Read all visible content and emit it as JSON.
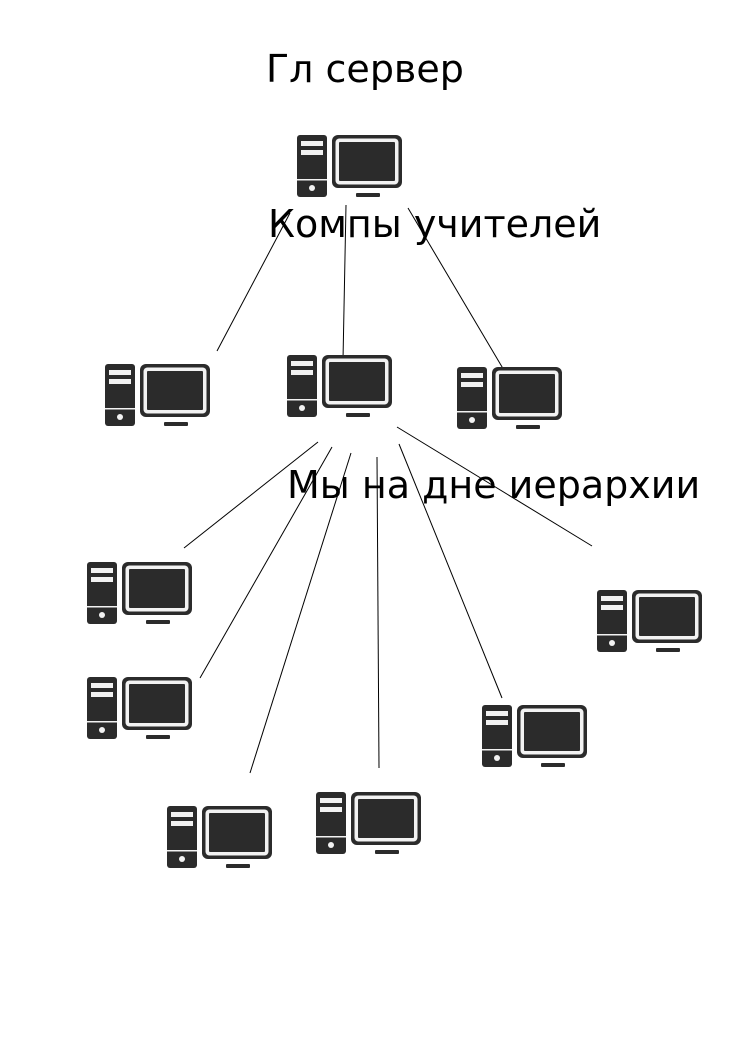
{
  "labels": {
    "main_server": "Гл сервер",
    "teacher_computers": "Компы учителей",
    "bottom_of_hierarchy": "Мы на дне иерархии"
  },
  "icon": "desktop-computer-icon",
  "colors": {
    "icon_fill": "#2b2b2b",
    "icon_highlight": "#f2f2f2",
    "line": "#000000",
    "background": "#ffffff"
  }
}
